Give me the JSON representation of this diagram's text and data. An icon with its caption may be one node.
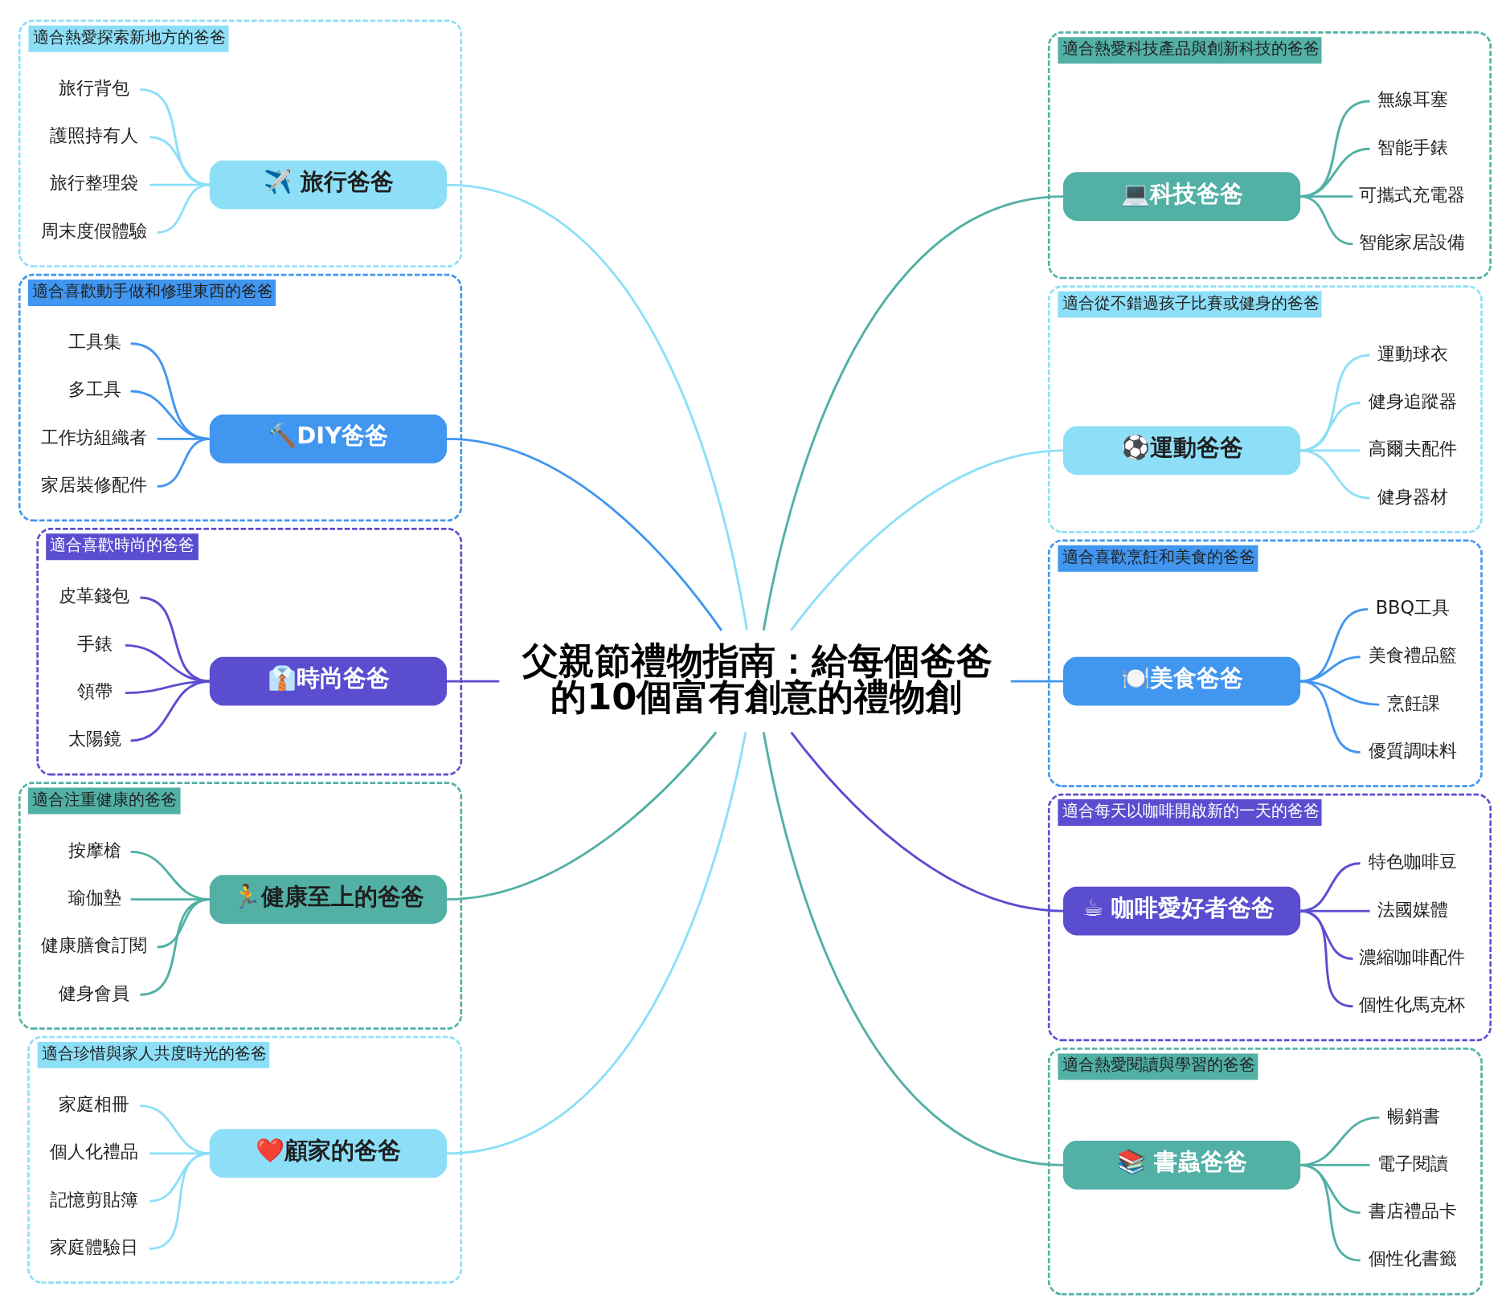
{
  "diagram": {
    "nodes": [
      {
        "text": [
          "父親節禮物指南：給每個爸爸的10個富有創意的禮物創"
        ]
      },
      {
        "text": [
          "適合熱愛探索新地方的爸爸"
        ]
      },
      {
        "text": [
          "✈️ 旅行爸爸"
        ],
        "in": 1
      },
      {
        "text": [
          "旅行背包"
        ],
        "in": 1
      },
      {
        "text": [
          "護照持有人"
        ],
        "in": 1
      },
      {
        "text": [
          "旅行整理袋"
        ],
        "in": 1
      },
      {
        "text": [
          "周末度假體驗"
        ],
        "in": 1
      },
      {
        "text": [
          "適合喜歡動手做和修理東西的爸爸"
        ]
      },
      {
        "text": [
          "🔨DIY爸爸"
        ],
        "in": 7
      },
      {
        "text": [
          "工具集"
        ],
        "in": 7
      },
      {
        "text": [
          "多工具"
        ],
        "in": 7
      },
      {
        "text": [
          "工作坊組織者"
        ],
        "in": 7
      },
      {
        "text": [
          "家居裝修配件"
        ],
        "in": 7
      },
      {
        "text": [
          "適合喜歡時尚的爸爸"
        ]
      },
      {
        "text": [
          "👔時尚爸爸"
        ],
        "in": 13
      },
      {
        "text": [
          "皮革錢包"
        ],
        "in": 13
      },
      {
        "text": [
          "手錶"
        ],
        "in": 13
      },
      {
        "text": [
          "領帶"
        ],
        "in": 13
      },
      {
        "text": [
          "太陽鏡"
        ],
        "in": 13
      },
      {
        "text": [
          "適合注重健康的爸爸"
        ]
      },
      {
        "text": [
          "🏃健康至上的爸爸"
        ],
        "in": 19
      },
      {
        "text": [
          "按摩槍"
        ],
        "in": 19
      },
      {
        "text": [
          "瑜伽墊"
        ],
        "in": 19
      },
      {
        "text": [
          "健康膳食訂閱"
        ],
        "in": 19
      },
      {
        "text": [
          "健身會員"
        ],
        "in": 19
      },
      {
        "text": [
          "適合珍惜與家人共度時光的爸爸"
        ]
      },
      {
        "text": [
          "❤️顧家的爸爸"
        ],
        "in": 25
      },
      {
        "text": [
          "家庭相冊"
        ],
        "in": 25
      },
      {
        "text": [
          "個人化禮品"
        ],
        "in": 25
      },
      {
        "text": [
          "記憶剪貼簿"
        ],
        "in": 25
      },
      {
        "text": [
          "家庭體驗日"
        ],
        "in": 25
      },
      {
        "text": [
          "適合熱愛科技產品與創新科技的爸爸"
        ]
      },
      {
        "text": [
          "💻科技爸爸"
        ],
        "in": 31
      },
      {
        "text": [
          "無線耳塞"
        ],
        "in": 31
      },
      {
        "text": [
          "智能手錶"
        ],
        "in": 31
      },
      {
        "text": [
          "可攜式充電器"
        ],
        "in": 31
      },
      {
        "text": [
          "智能家居設備"
        ],
        "in": 31
      },
      {
        "text": [
          "適合從不錯過孩子比賽或健身的爸爸"
        ]
      },
      {
        "text": [
          "⚽運動爸爸"
        ],
        "in": 37
      },
      {
        "text": [
          "運動球衣"
        ],
        "in": 37
      },
      {
        "text": [
          "健身追蹤器"
        ],
        "in": 37
      },
      {
        "text": [
          "高爾夫配件"
        ],
        "in": 37
      },
      {
        "text": [
          "健身器材"
        ],
        "in": 37
      },
      {
        "text": [
          "適合喜歡烹飪和美食的爸爸"
        ]
      },
      {
        "text": [
          "🍽️美食爸爸"
        ],
        "in": 43
      },
      {
        "text": [
          "BBQ工具"
        ],
        "in": 43
      },
      {
        "text": [
          "美食禮品籃"
        ],
        "in": 43
      },
      {
        "text": [
          "烹飪課"
        ],
        "in": 43
      },
      {
        "text": [
          "優質調味料"
        ],
        "in": 43
      },
      {
        "text": [
          "適合每天以咖啡開啟新的一天的爸爸"
        ]
      },
      {
        "text": [
          "☕ 咖啡愛好者爸爸"
        ],
        "in": 49
      },
      {
        "text": [
          "特色咖啡豆"
        ],
        "in": 49
      },
      {
        "text": [
          "法國媒體"
        ],
        "in": 49
      },
      {
        "text": [
          "濃縮咖啡配件"
        ],
        "in": 49
      },
      {
        "text": [
          "個性化馬克杯"
        ],
        "in": 49
      },
      {
        "text": [
          "適合熱愛閱讀與學習的爸爸"
        ]
      },
      {
        "text": [
          "📚 書蟲爸爸"
        ],
        "in": 55
      },
      {
        "text": [
          "暢銷書"
        ],
        "in": 55
      },
      {
        "text": [
          "電子閱讀"
        ],
        "in": 55
      },
      {
        "text": [
          "書店禮品卡"
        ],
        "in": 55
      },
      {
        "text": [
          "個性化書籤"
        ],
        "in": 55
      }
    ],
    "edges": [
      {
        "from": 0,
        "to": 2,
        "arrow": "none",
        "color": "#8ddff8"
      },
      {
        "from": 2,
        "to": 3,
        "arrow": "none",
        "color": "#8ddff8"
      },
      {
        "from": 2,
        "to": 4,
        "arrow": "none",
        "color": "#8ddff8"
      },
      {
        "from": 2,
        "to": 5,
        "arrow": "none",
        "color": "#8ddff8"
      },
      {
        "from": 2,
        "to": 6,
        "arrow": "none",
        "color": "#8ddff8"
      },
      {
        "from": 0,
        "to": 8,
        "arrow": "none",
        "color": "#4196f0"
      },
      {
        "from": 8,
        "to": 9,
        "arrow": "none",
        "color": "#4196f0"
      },
      {
        "from": 8,
        "to": 10,
        "arrow": "none",
        "color": "#4196f0"
      },
      {
        "from": 8,
        "to": 11,
        "arrow": "none",
        "color": "#4196f0"
      },
      {
        "from": 8,
        "to": 12,
        "arrow": "none",
        "color": "#4196f0"
      },
      {
        "from": 0,
        "to": 14,
        "arrow": "none",
        "color": "#5b4dd0"
      },
      {
        "from": 14,
        "to": 15,
        "arrow": "none",
        "color": "#5b4dd0"
      },
      {
        "from": 14,
        "to": 16,
        "arrow": "none",
        "color": "#5b4dd0"
      },
      {
        "from": 14,
        "to": 17,
        "arrow": "none",
        "color": "#5b4dd0"
      },
      {
        "from": 14,
        "to": 18,
        "arrow": "none",
        "color": "#5b4dd0"
      },
      {
        "from": 0,
        "to": 20,
        "arrow": "none",
        "color": "#52b0a5"
      },
      {
        "from": 20,
        "to": 21,
        "arrow": "none",
        "color": "#52b0a5"
      },
      {
        "from": 20,
        "to": 22,
        "arrow": "none",
        "color": "#52b0a5"
      },
      {
        "from": 20,
        "to": 23,
        "arrow": "none",
        "color": "#52b0a5"
      },
      {
        "from": 20,
        "to": 24,
        "arrow": "none",
        "color": "#52b0a5"
      },
      {
        "from": 0,
        "to": 26,
        "arrow": "none",
        "color": "#8ddff8"
      },
      {
        "from": 26,
        "to": 27,
        "arrow": "none",
        "color": "#8ddff8"
      },
      {
        "from": 26,
        "to": 28,
        "arrow": "none",
        "color": "#8ddff8"
      },
      {
        "from": 26,
        "to": 29,
        "arrow": "none",
        "color": "#8ddff8"
      },
      {
        "from": 26,
        "to": 30,
        "arrow": "none",
        "color": "#8ddff8"
      },
      {
        "from": 0,
        "to": 32,
        "arrow": "none",
        "color": "#52b0a5"
      },
      {
        "from": 32,
        "to": 33,
        "arrow": "none",
        "color": "#52b0a5"
      },
      {
        "from": 32,
        "to": 34,
        "arrow": "none",
        "color": "#52b0a5"
      },
      {
        "from": 32,
        "to": 35,
        "arrow": "none",
        "color": "#52b0a5"
      },
      {
        "from": 32,
        "to": 36,
        "arrow": "none",
        "color": "#52b0a5"
      },
      {
        "from": 0,
        "to": 38,
        "arrow": "none",
        "color": "#8ddff8"
      },
      {
        "from": 38,
        "to": 39,
        "arrow": "none",
        "color": "#8ddff8"
      },
      {
        "from": 38,
        "to": 40,
        "arrow": "none",
        "color": "#8ddff8"
      },
      {
        "from": 38,
        "to": 41,
        "arrow": "none",
        "color": "#8ddff8"
      },
      {
        "from": 38,
        "to": 42,
        "arrow": "none",
        "color": "#8ddff8"
      },
      {
        "from": 0,
        "to": 44,
        "arrow": "none",
        "color": "#4196f0"
      },
      {
        "from": 44,
        "to": 45,
        "arrow": "none",
        "color": "#4196f0"
      },
      {
        "from": 44,
        "to": 46,
        "arrow": "none",
        "color": "#4196f0"
      },
      {
        "from": 44,
        "to": 47,
        "arrow": "none",
        "color": "#4196f0"
      },
      {
        "from": 44,
        "to": 48,
        "arrow": "none",
        "color": "#4196f0"
      },
      {
        "from": 0,
        "to": 50,
        "arrow": "none",
        "color": "#5b4dd0"
      },
      {
        "from": 50,
        "to": 51,
        "arrow": "none",
        "color": "#5b4dd0"
      },
      {
        "from": 50,
        "to": 52,
        "arrow": "none",
        "color": "#5b4dd0"
      },
      {
        "from": 50,
        "to": 53,
        "arrow": "none",
        "color": "#5b4dd0"
      },
      {
        "from": 50,
        "to": 54,
        "arrow": "none",
        "color": "#5b4dd0"
      },
      {
        "from": 0,
        "to": 56,
        "arrow": "none",
        "color": "#52b0a5"
      },
      {
        "from": 56,
        "to": 57,
        "arrow": "none",
        "color": "#52b0a5"
      },
      {
        "from": 56,
        "to": 58,
        "arrow": "none",
        "color": "#52b0a5"
      },
      {
        "from": 56,
        "to": 59,
        "arrow": "none",
        "color": "#52b0a5"
      },
      {
        "from": 56,
        "to": 60,
        "arrow": "none",
        "color": "#52b0a5"
      }
    ]
  }
}
